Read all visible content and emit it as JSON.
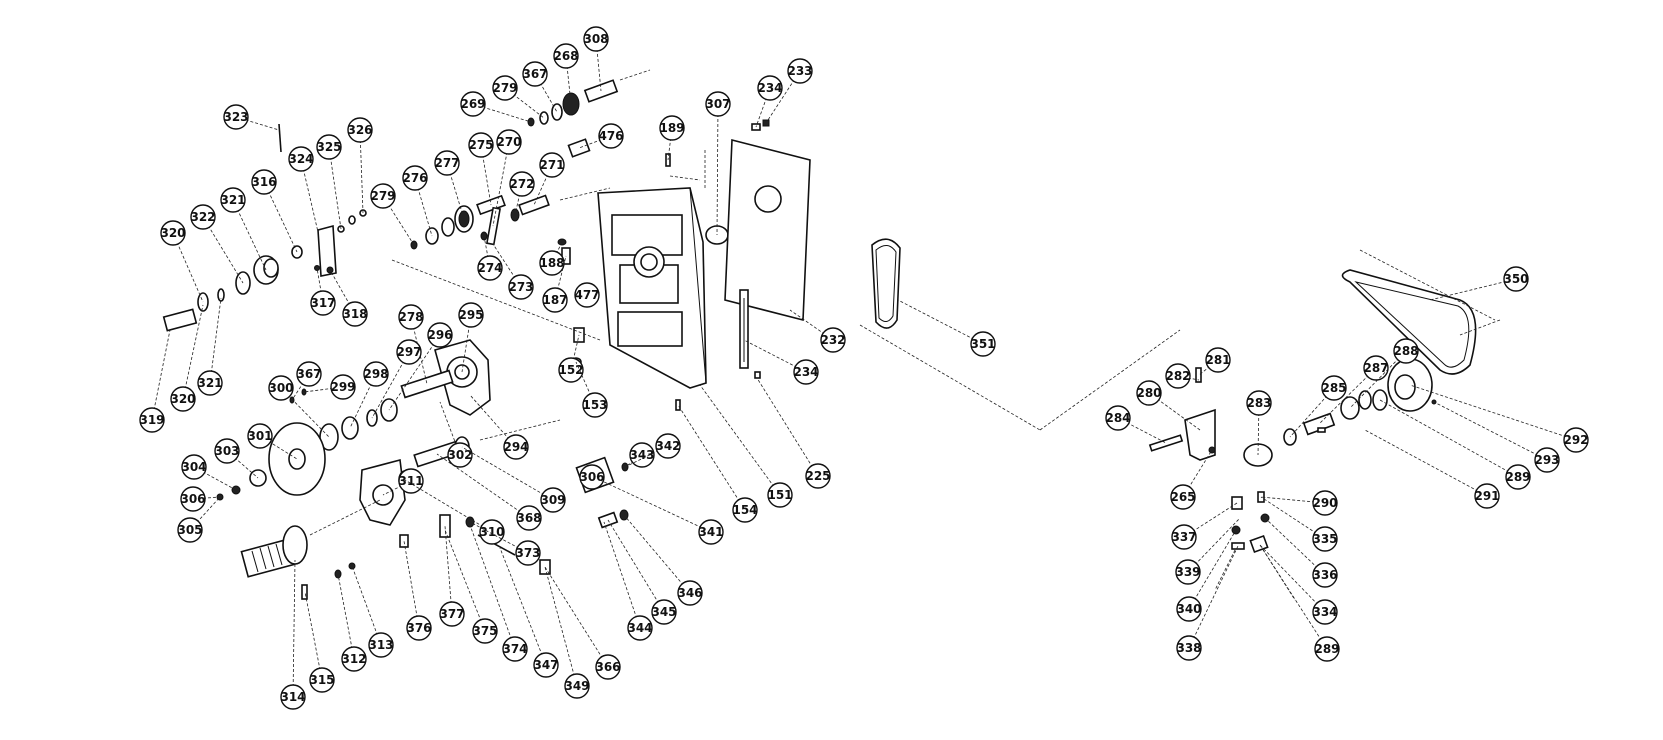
{
  "callouts": [
    {
      "id": "c-323",
      "text": "323"
    },
    {
      "id": "c-324",
      "text": "324"
    },
    {
      "id": "c-325",
      "text": "325"
    },
    {
      "id": "c-326",
      "text": "326"
    },
    {
      "id": "c-316",
      "text": "316"
    },
    {
      "id": "c-321a",
      "text": "321"
    },
    {
      "id": "c-322",
      "text": "322"
    },
    {
      "id": "c-320a",
      "text": "320"
    },
    {
      "id": "c-317",
      "text": "317"
    },
    {
      "id": "c-318",
      "text": "318"
    },
    {
      "id": "c-319",
      "text": "319"
    },
    {
      "id": "c-320b",
      "text": "320"
    },
    {
      "id": "c-321b",
      "text": "321"
    },
    {
      "id": "c-279a",
      "text": "279"
    },
    {
      "id": "c-276",
      "text": "276"
    },
    {
      "id": "c-277",
      "text": "277"
    },
    {
      "id": "c-275",
      "text": "275"
    },
    {
      "id": "c-270",
      "text": "270"
    },
    {
      "id": "c-269a",
      "text": "269"
    },
    {
      "id": "c-279b",
      "text": "279"
    },
    {
      "id": "c-367a",
      "text": "367"
    },
    {
      "id": "c-268",
      "text": "268"
    },
    {
      "id": "c-308",
      "text": "308"
    },
    {
      "id": "c-476",
      "text": "476"
    },
    {
      "id": "c-271",
      "text": "271"
    },
    {
      "id": "c-272",
      "text": "272"
    },
    {
      "id": "c-274",
      "text": "274"
    },
    {
      "id": "c-273",
      "text": "273"
    },
    {
      "id": "c-188",
      "text": "188"
    },
    {
      "id": "c-187",
      "text": "187"
    },
    {
      "id": "c-477",
      "text": "477"
    },
    {
      "id": "c-189",
      "text": "189"
    },
    {
      "id": "c-307",
      "text": "307"
    },
    {
      "id": "c-234a",
      "text": "234"
    },
    {
      "id": "c-233",
      "text": "233"
    },
    {
      "id": "c-232",
      "text": "232"
    },
    {
      "id": "c-234b",
      "text": "234"
    },
    {
      "id": "c-225",
      "text": "225"
    },
    {
      "id": "c-278",
      "text": "278"
    },
    {
      "id": "c-295",
      "text": "295"
    },
    {
      "id": "c-296",
      "text": "296"
    },
    {
      "id": "c-297",
      "text": "297"
    },
    {
      "id": "c-298",
      "text": "298"
    },
    {
      "id": "c-299",
      "text": "299"
    },
    {
      "id": "c-367b",
      "text": "367"
    },
    {
      "id": "c-300",
      "text": "300"
    },
    {
      "id": "c-301",
      "text": "301"
    },
    {
      "id": "c-303",
      "text": "303"
    },
    {
      "id": "c-304",
      "text": "304"
    },
    {
      "id": "c-306",
      "text": "306"
    },
    {
      "id": "c-305",
      "text": "305"
    },
    {
      "id": "c-302",
      "text": "302"
    },
    {
      "id": "c-294",
      "text": "294"
    },
    {
      "id": "c-152",
      "text": "152"
    },
    {
      "id": "c-153",
      "text": "153"
    },
    {
      "id": "c-311",
      "text": "311"
    },
    {
      "id": "c-309",
      "text": "309"
    },
    {
      "id": "c-306b",
      "text": "306"
    },
    {
      "id": "c-368",
      "text": "368"
    },
    {
      "id": "c-310",
      "text": "310"
    },
    {
      "id": "c-343",
      "text": "343"
    },
    {
      "id": "c-342",
      "text": "342"
    },
    {
      "id": "c-341",
      "text": "341"
    },
    {
      "id": "c-154",
      "text": "154"
    },
    {
      "id": "c-151",
      "text": "151"
    },
    {
      "id": "c-373",
      "text": "373"
    },
    {
      "id": "c-346",
      "text": "346"
    },
    {
      "id": "c-345",
      "text": "345"
    },
    {
      "id": "c-344",
      "text": "344"
    },
    {
      "id": "c-376",
      "text": "376"
    },
    {
      "id": "c-377",
      "text": "377"
    },
    {
      "id": "c-375",
      "text": "375"
    },
    {
      "id": "c-374",
      "text": "374"
    },
    {
      "id": "c-347",
      "text": "347"
    },
    {
      "id": "c-349",
      "text": "349"
    },
    {
      "id": "c-366",
      "text": "366"
    },
    {
      "id": "c-312",
      "text": "312"
    },
    {
      "id": "c-313",
      "text": "313"
    },
    {
      "id": "c-315",
      "text": "315"
    },
    {
      "id": "c-314",
      "text": "314"
    },
    {
      "id": "c-351",
      "text": "351"
    },
    {
      "id": "c-350",
      "text": "350"
    },
    {
      "id": "c-281",
      "text": "281"
    },
    {
      "id": "c-282",
      "text": "282"
    },
    {
      "id": "c-280",
      "text": "280"
    },
    {
      "id": "c-284",
      "text": "284"
    },
    {
      "id": "c-283",
      "text": "283"
    },
    {
      "id": "c-285",
      "text": "285"
    },
    {
      "id": "c-287",
      "text": "287"
    },
    {
      "id": "c-288",
      "text": "288"
    },
    {
      "id": "c-292",
      "text": "292"
    },
    {
      "id": "c-293",
      "text": "293"
    },
    {
      "id": "c-289",
      "text": "289"
    },
    {
      "id": "c-291",
      "text": "291"
    },
    {
      "id": "c-265",
      "text": "265"
    },
    {
      "id": "c-290",
      "text": "290"
    },
    {
      "id": "c-337",
      "text": "337"
    },
    {
      "id": "c-335",
      "text": "335"
    },
    {
      "id": "c-339",
      "text": "339"
    },
    {
      "id": "c-336",
      "text": "336"
    },
    {
      "id": "c-340",
      "text": "340"
    },
    {
      "id": "c-334",
      "text": "334"
    },
    {
      "id": "c-338",
      "text": "338"
    },
    {
      "id": "c-289b",
      "text": "289"
    }
  ],
  "colors": {
    "ink": "#111111",
    "paper": "#ffffff"
  }
}
